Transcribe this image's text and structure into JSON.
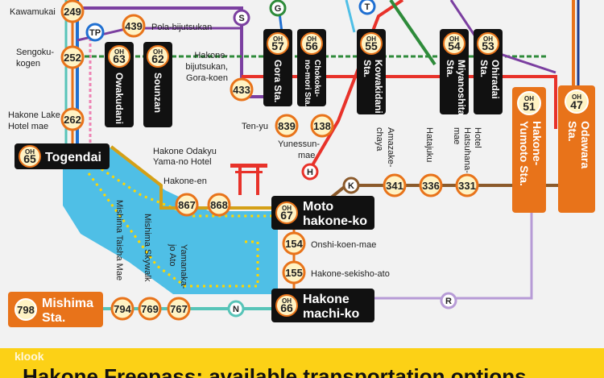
{
  "colors": {
    "lake": "#4fbfe6",
    "dot_yellow": "#ffd600",
    "orange": "#e8731a",
    "green_rail": "#2e8b3a",
    "red": "#e8322a",
    "purple": "#7b3fa0",
    "cable_blue": "#1f6fd1",
    "pink": "#ee82b3",
    "brown": "#8b5a2b",
    "teal": "#57c4b8",
    "gold": "#d4a017",
    "lavender": "#b79bd6",
    "banner": "#fcd116"
  },
  "line_markers": {
    "S": "S",
    "G": "G",
    "T": "T",
    "TP": "TP",
    "H": "H",
    "K": "K",
    "N": "N",
    "R": "R"
  },
  "bus_stops": {
    "s249": {
      "num": "249",
      "name": "Kawamukai"
    },
    "s439": {
      "num": "439",
      "name": "Pola-bijutsukan"
    },
    "s252": {
      "num": "252",
      "name_1": "Sengoku-",
      "name_2": "kogen"
    },
    "s262": {
      "num": "262",
      "name_1": "Hakone Lake",
      "name_2": "Hotel mae"
    },
    "s433": {
      "num": "433",
      "name_1": "Hakone-",
      "name_2": "bijutsukan,",
      "name_3": "Gora-koen"
    },
    "s839": {
      "num": "839",
      "name": "Ten-yu"
    },
    "s138": {
      "num": "138",
      "name_1": "Yunessun-",
      "name_2": "mae"
    },
    "s867": {
      "num": "867"
    },
    "s868": {
      "num": "868"
    },
    "hakone_en": {
      "name": "Hakone-en"
    },
    "odakyu_hotel": {
      "name_1": "Hakone Odakyu",
      "name_2": "Yama-no Hotel"
    },
    "s341": {
      "num": "341",
      "name_1": "Amazake-",
      "name_2": "chaya"
    },
    "s336": {
      "num": "336",
      "name": "Hatajuku"
    },
    "s331": {
      "num": "331",
      "name_1": "Hotel",
      "name_2": "Hatsuhana-",
      "name_3": "mae"
    },
    "s154": {
      "num": "154",
      "name": "Onshi-koen-mae"
    },
    "s155": {
      "num": "155",
      "name": "Hakone-sekisho-ato"
    },
    "s794": {
      "num": "794",
      "name": "Mishima Taisha Mae"
    },
    "s769": {
      "num": "769",
      "name": "Mishima Skywalk"
    },
    "s767": {
      "num": "767",
      "name_1": "Yamanaka-",
      "name_2": "jo Ato"
    },
    "s798": {
      "num": "798"
    }
  },
  "stations": {
    "oh63": {
      "code": "OH",
      "num": "63",
      "name": "Owakudani"
    },
    "oh62": {
      "code": "OH",
      "num": "62",
      "name": "Sounzan"
    },
    "oh57": {
      "code": "OH",
      "num": "57",
      "name": "Gora Sta."
    },
    "oh56": {
      "code": "OH",
      "num": "56",
      "name_1": "Chokoku-",
      "name_2": "no-mori Sta."
    },
    "oh55": {
      "code": "OH",
      "num": "55",
      "name_1": "Kowakidani",
      "name_2": "Sta."
    },
    "oh54": {
      "code": "OH",
      "num": "54",
      "name_1": "Miyanoshita",
      "name_2": "Sta."
    },
    "oh53": {
      "code": "OH",
      "num": "53",
      "name_1": "Ohiradai",
      "name_2": "Sta."
    },
    "oh51": {
      "code": "OH",
      "num": "51",
      "name_1": "Hakone-",
      "name_2": "Yumoto Sta."
    },
    "oh47": {
      "code": "OH",
      "num": "47",
      "name_1": "Odawara",
      "name_2": "Sta."
    },
    "oh65": {
      "code": "OH",
      "num": "65",
      "name": "Togendai"
    },
    "oh67": {
      "code": "OH",
      "num": "67",
      "name_1": "Moto",
      "name_2": "hakone-ko"
    },
    "oh66": {
      "code": "OH",
      "num": "66",
      "name_1": "Hakone",
      "name_2": "machi-ko"
    },
    "mishima": {
      "name_1": "Mishima",
      "name_2": "Sta."
    }
  },
  "watermark": "klook",
  "banner_title": "Hakone Freepass: available transportation options"
}
